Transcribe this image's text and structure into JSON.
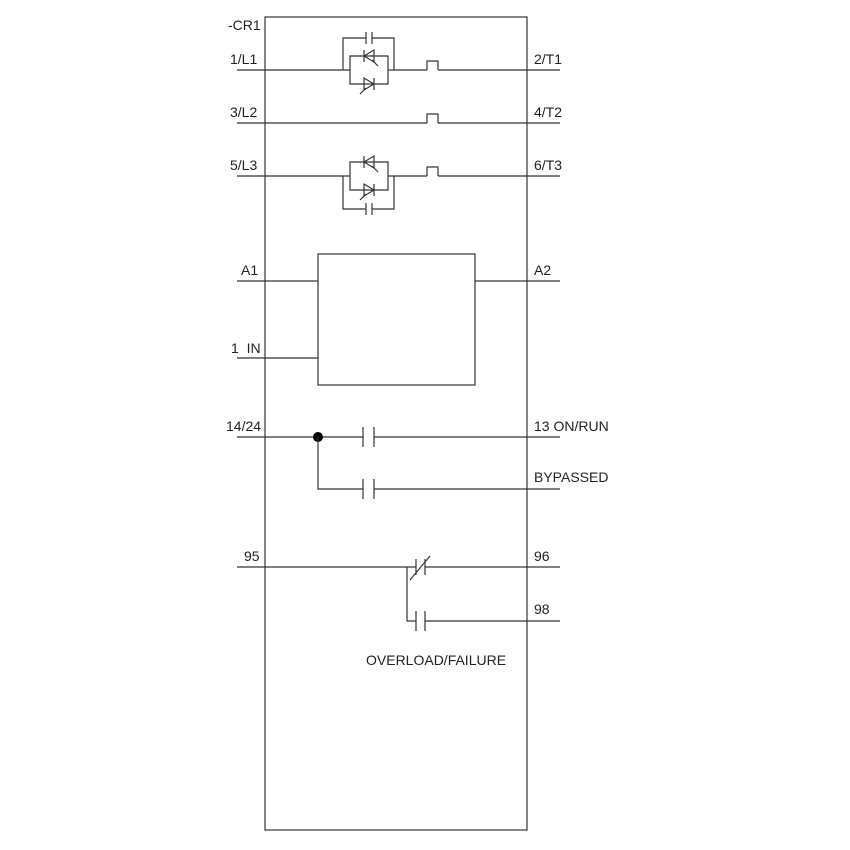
{
  "device": {
    "designation": "-CR1"
  },
  "terminals": {
    "l1": "1/L1",
    "t1": "2/T1",
    "l2": "3/L2",
    "t2": "4/T2",
    "l3": "5/L3",
    "t3": "6/T3",
    "a1": "A1",
    "a2": "A2",
    "in1": "1  IN",
    "com": "14/24",
    "on_run": "13 ON/RUN",
    "bypassed": "BYPASSED",
    "t95": "95",
    "t96": "96",
    "t98": "98"
  },
  "labels": {
    "overload_failure": "OVERLOAD/FAILURE"
  },
  "colors": {
    "line": "#333333",
    "text": "#222222",
    "background": "#ffffff"
  }
}
